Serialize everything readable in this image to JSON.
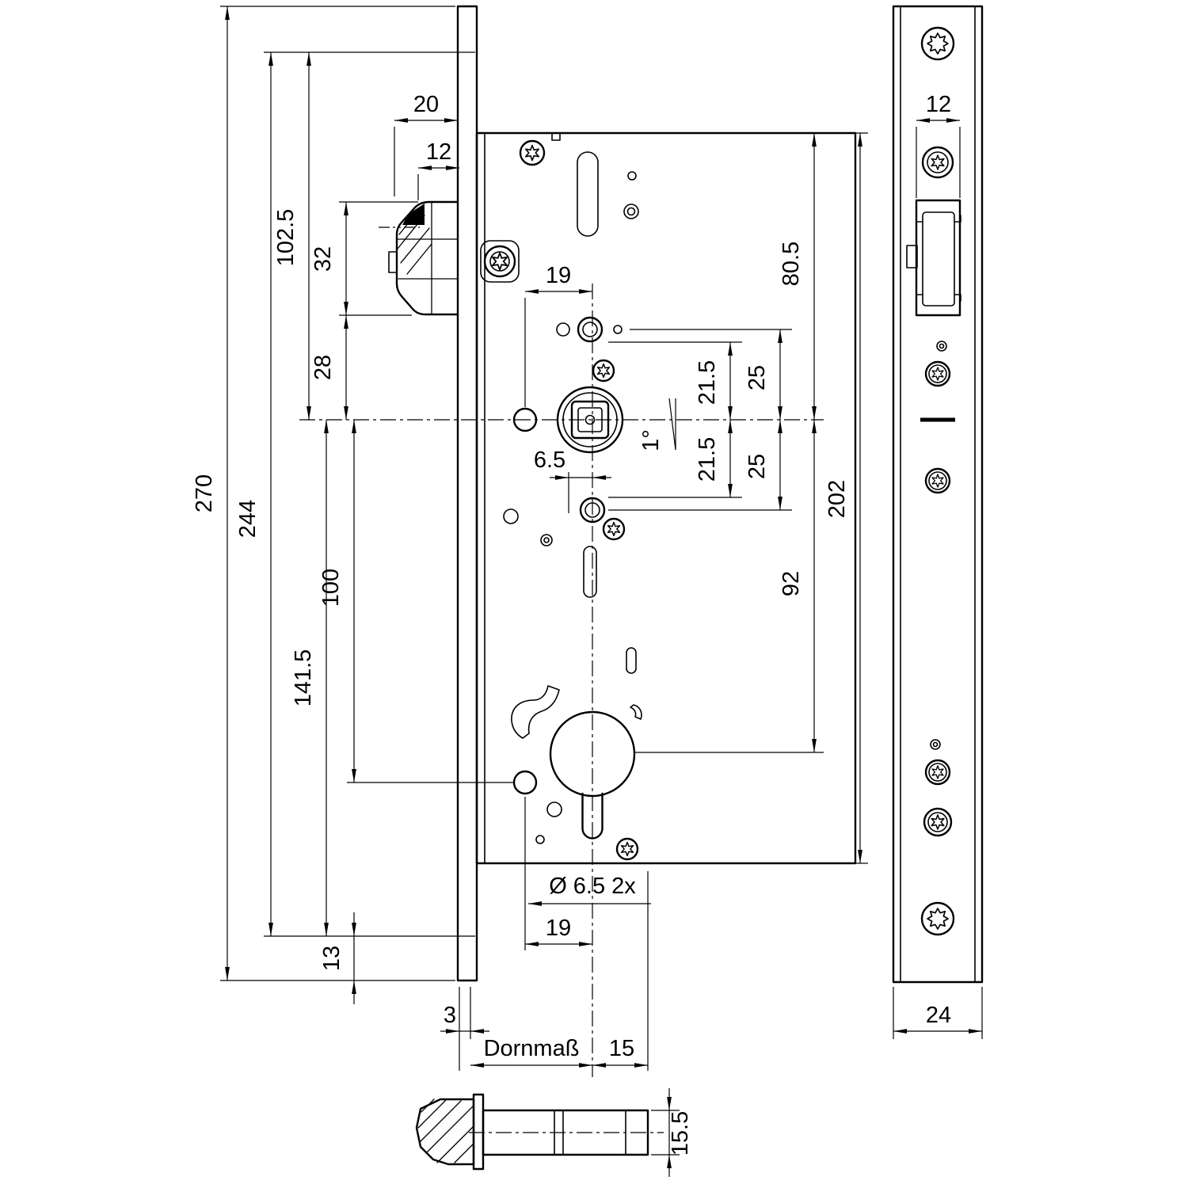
{
  "drawing": {
    "background": "#ffffff",
    "line_color": "#000000",
    "dims": {
      "d270": "270",
      "d244": "244",
      "d102_5": "102.5",
      "d32": "32",
      "d28": "28",
      "d20": "20",
      "d12": "12",
      "d19_top": "19",
      "d6_5": "6.5",
      "d80_5": "80.5",
      "d202": "202",
      "d92": "92",
      "d25_upper": "25",
      "d21_5_upper": "21.5",
      "d25_lower": "25",
      "d21_5_lower": "21.5",
      "angle_1": "1°",
      "d100": "100",
      "d141_5": "141.5",
      "d13": "13",
      "dia_6_5_2x": "Ø 6.5 2x",
      "d19_bottom": "19",
      "d3": "3",
      "dornmass": "Dornmaß",
      "d15": "15",
      "d12_strike": "12",
      "d24": "24",
      "d15_5": "15.5"
    }
  }
}
